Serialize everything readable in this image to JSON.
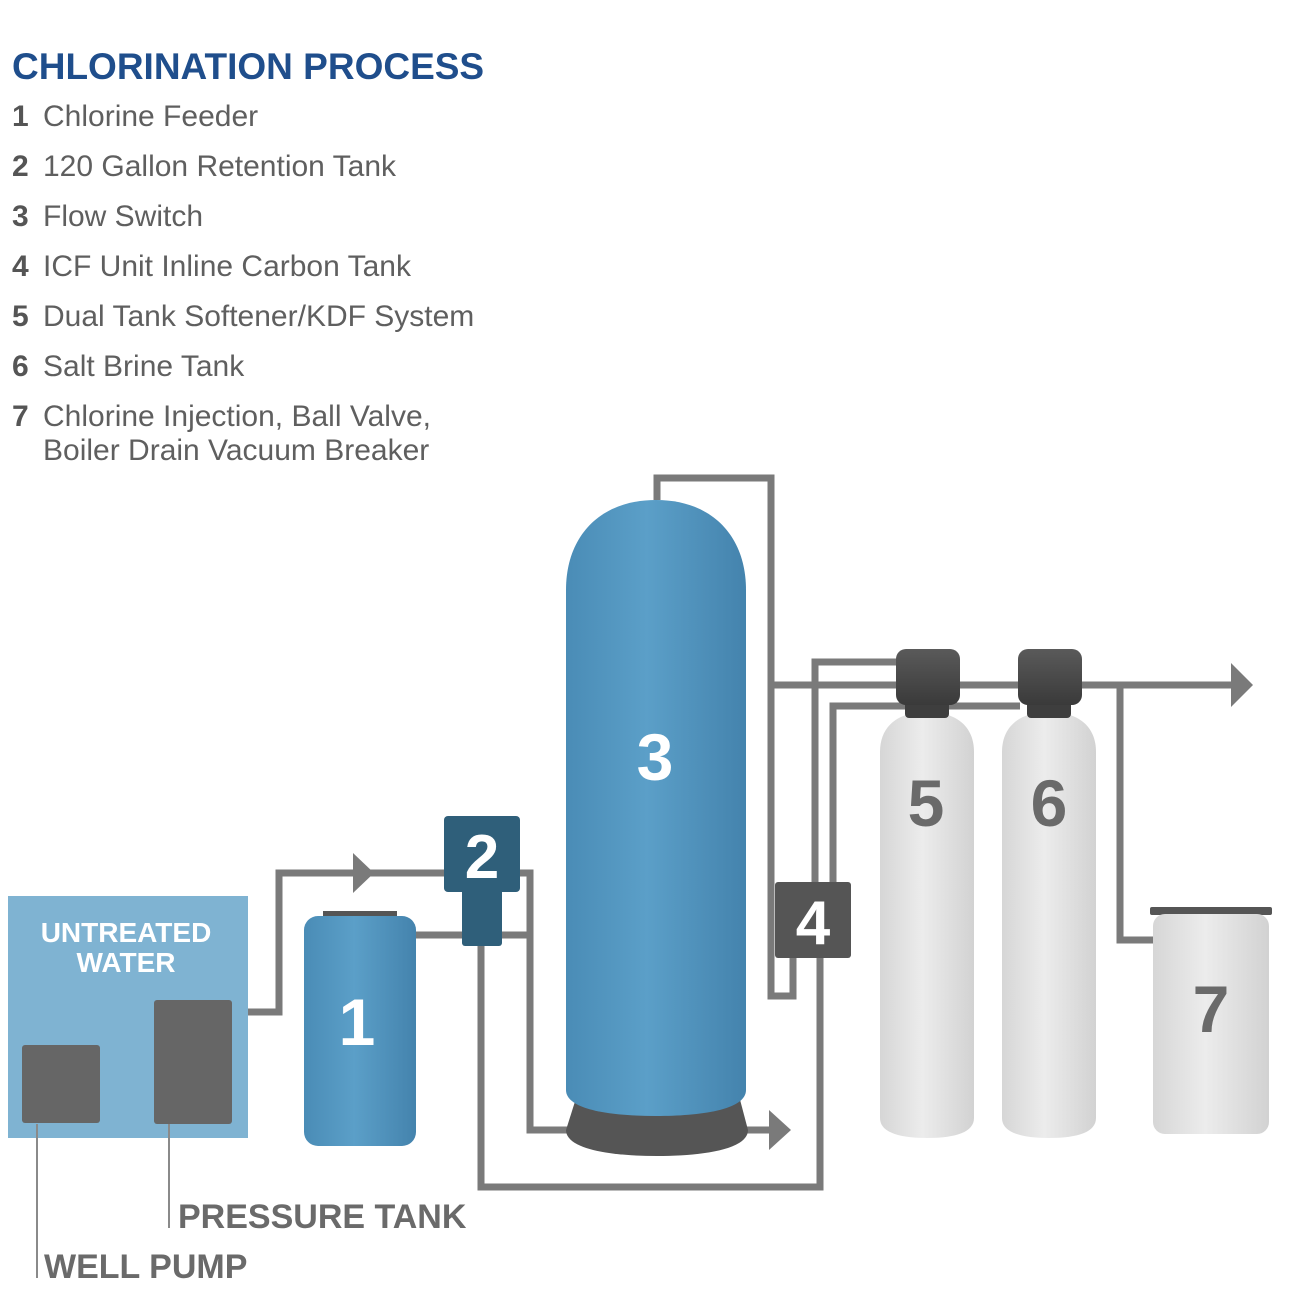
{
  "title": "CHLORINATION PROCESS",
  "legend": [
    {
      "num": "1",
      "text": "Chlorine Feeder"
    },
    {
      "num": "2",
      "text": "120 Gallon Retention Tank"
    },
    {
      "num": "3",
      "text": "Flow Switch"
    },
    {
      "num": "4",
      "text": "ICF Unit Inline Carbon Tank"
    },
    {
      "num": "5",
      "text": "Dual Tank Softener/KDF System"
    },
    {
      "num": "6",
      "text": "Salt Brine Tank"
    },
    {
      "num": "7",
      "text": "Chlorine Injection, Ball Valve,",
      "text2": "Boiler Drain Vacuum Breaker"
    }
  ],
  "labels": {
    "untreated_line1": "UNTREATED",
    "untreated_line2": "WATER",
    "pressure_tank": "PRESSURE TANK",
    "well_pump": "WELL PUMP"
  },
  "components": {
    "n1": "1",
    "n2": "2",
    "n3": "3",
    "n4": "4",
    "n5": "5",
    "n6": "6",
    "n7": "7"
  },
  "colors": {
    "title": "#1f4e8c",
    "tank_blue": "#5598c1",
    "box_blue": "#7fb3d2",
    "component_dark": "#2f5f7a",
    "pipe": "#7a7a7a",
    "head_black": "#454545",
    "tank_white": "#e4e4e4"
  }
}
